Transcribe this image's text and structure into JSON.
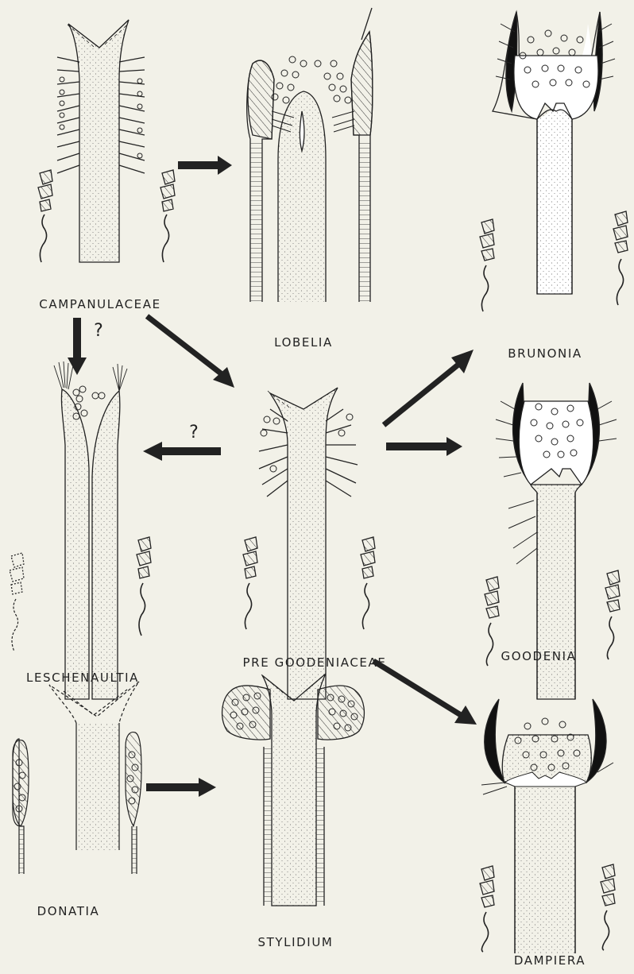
{
  "labels": {
    "campanulaceae": "CAMPANULACEAE",
    "lobelia": "LOBELIA",
    "brunonia": "BRUNONIA",
    "leschenaultia": "LESCHENAULTIA",
    "pre_goodeniaceae": "PRE GOODENIACEAE",
    "goodenia": "GOODENIA",
    "donatia": "DONATIA",
    "stylidium": "STYLIDIUM",
    "dampiera": "DAMPIERA"
  },
  "question_marks": {
    "campanulaceae_to_leschenaultia": "?",
    "pre_goodeniaceae_to_leschenaultia": "?"
  },
  "colors": {
    "ink": "#222222",
    "background": "#f2f1e8"
  }
}
